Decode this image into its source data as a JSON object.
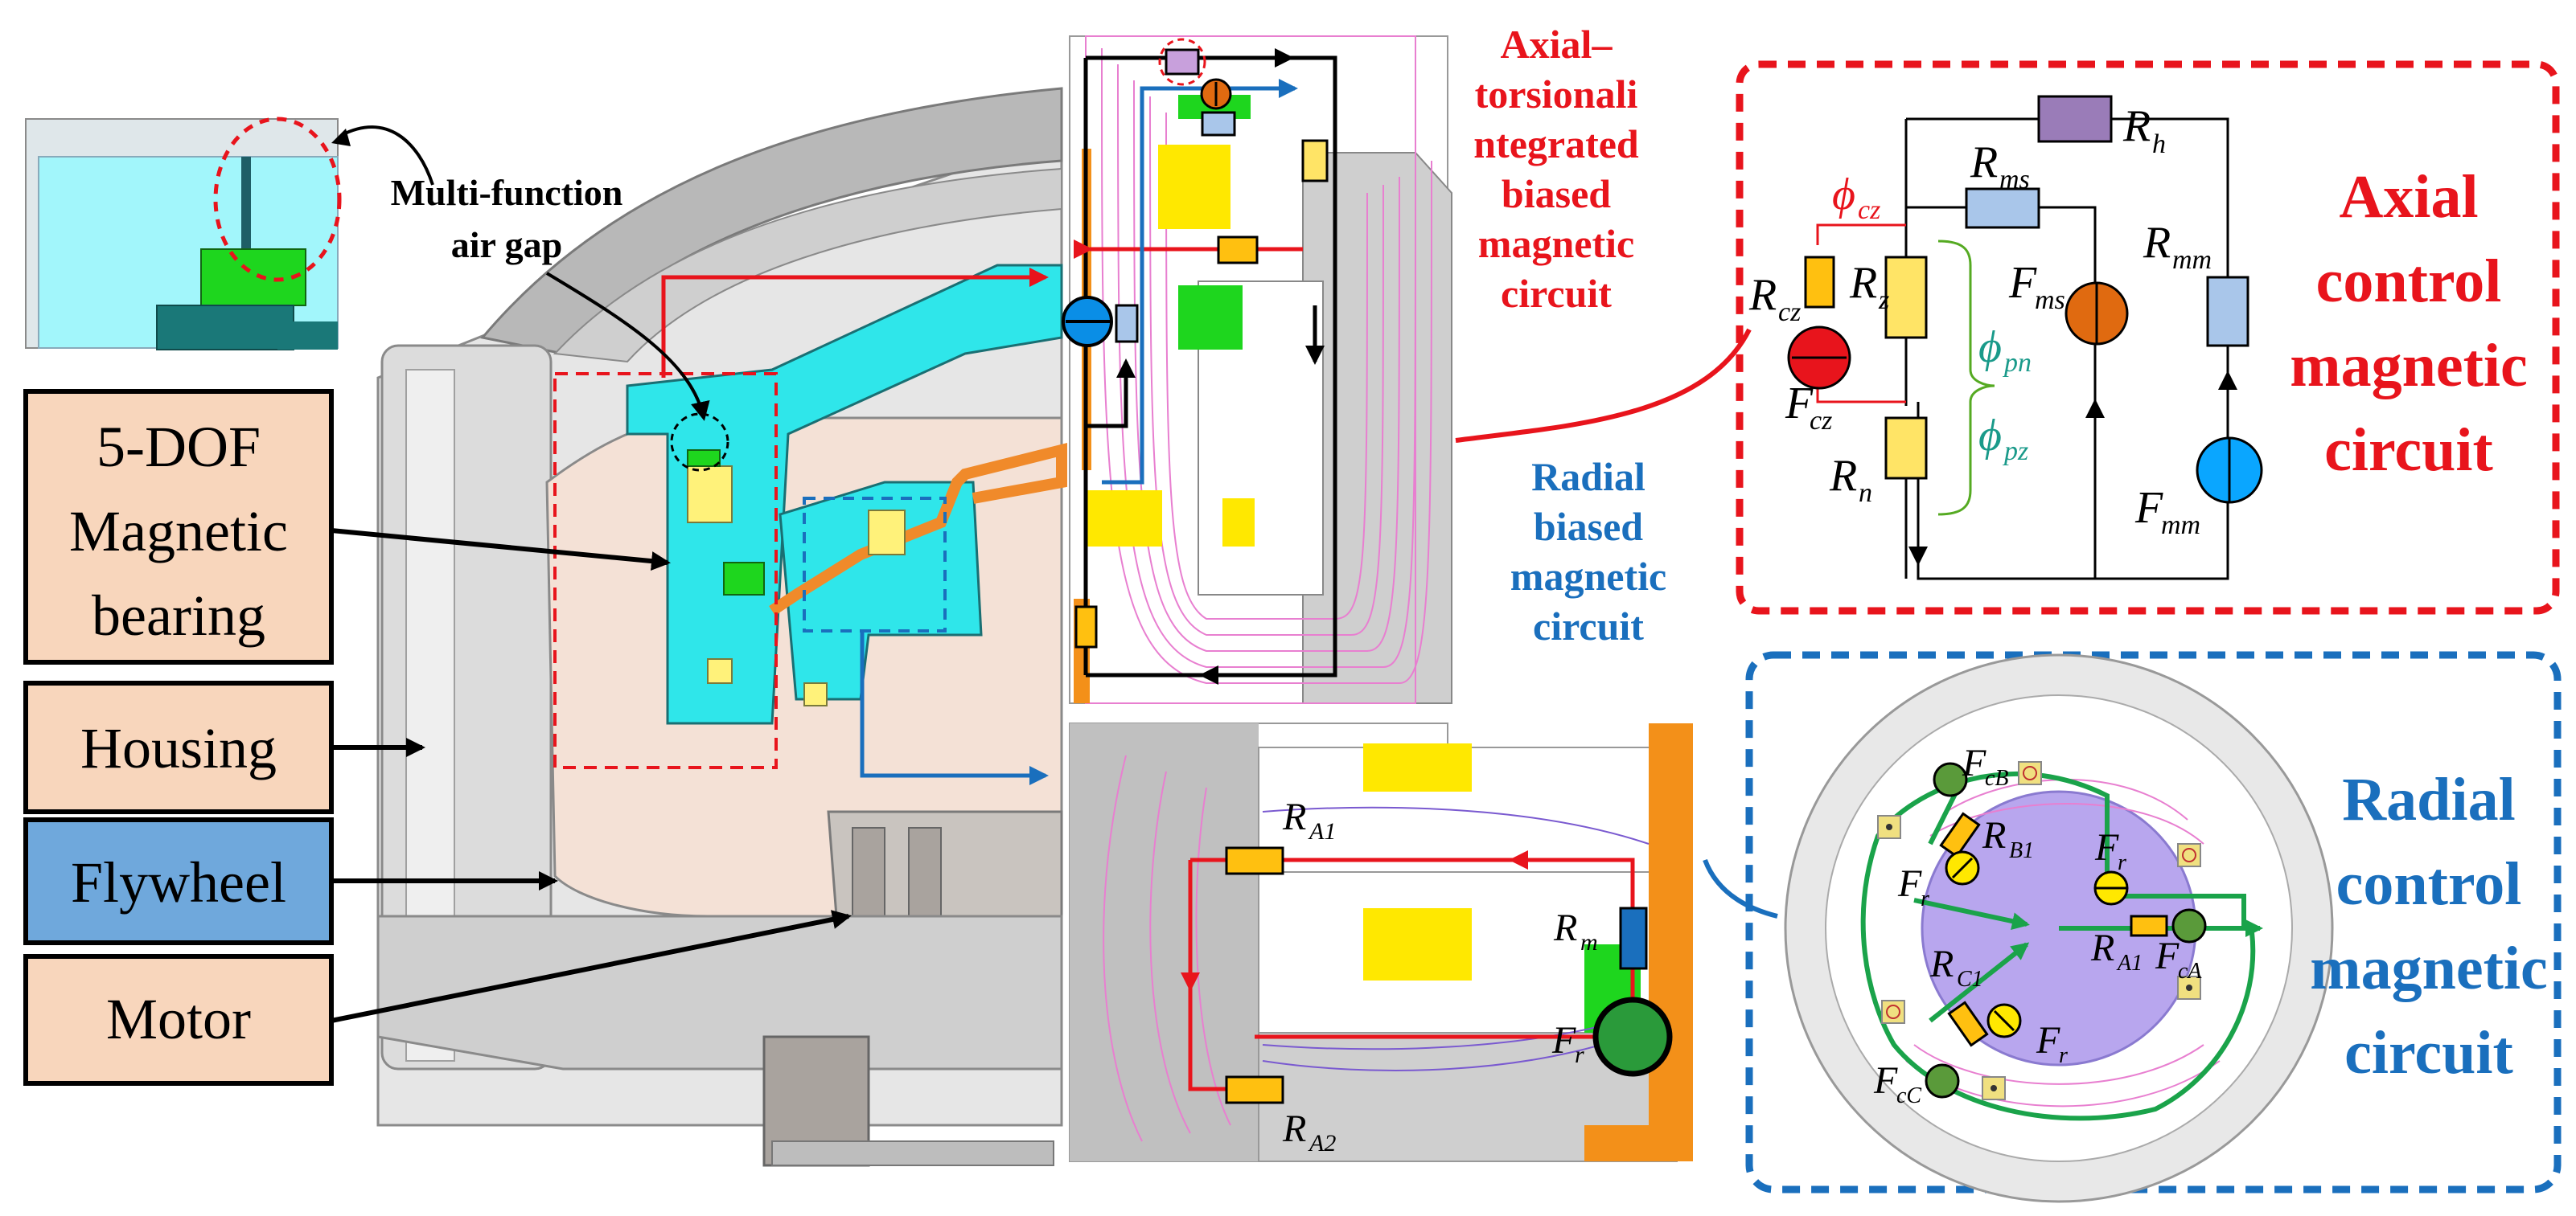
{
  "labels": {
    "multi_function": "Multi-function",
    "air_gap": "air gap",
    "bearing_1": "5-DOF",
    "bearing_2": "Magnetic",
    "bearing_3": "bearing",
    "housing": "Housing",
    "flywheel": "Flywheel",
    "motor": "Motor",
    "axial_tors_1": "Axial–",
    "axial_tors_2": "torsionali",
    "axial_tors_3": "ntegrated",
    "axial_tors_4": "biased",
    "axial_tors_5": "magnetic",
    "axial_tors_6": "circuit",
    "radial_biased_1": "Radial",
    "radial_biased_2": "biased",
    "radial_biased_3": "magnetic",
    "radial_biased_4": "circuit",
    "axial_control_1": "Axial",
    "axial_control_2": "control",
    "axial_control_3": "magnetic",
    "axial_control_4": "circuit",
    "radial_control_1": "Radial",
    "radial_control_2": "control",
    "radial_control_3": "magnetic",
    "radial_control_4": "circuit"
  },
  "symbols": {
    "R": "R",
    "F": "F",
    "phi": "ϕ",
    "sub_h": "h",
    "sub_ms": "ms",
    "sub_mm": "mm",
    "sub_cz": "cz",
    "sub_z": "z",
    "sub_n": "n",
    "sub_pn": "pn",
    "sub_pz": "pz",
    "sub_A1": "A1",
    "sub_A2": "A2",
    "sub_m": "m",
    "sub_r": "r",
    "sub_B1": "B1",
    "sub_C1": "C1",
    "sub_cA": "cA",
    "sub_cB": "cB",
    "sub_cC": "cC"
  },
  "colors": {
    "red": "#e8141c",
    "blue": "#1a6fbd",
    "teal": "#1a9a8a",
    "label_fill": "#f8d6bc",
    "flywheel_fill": "#6fa8dc",
    "cyan": "#2fe6ea",
    "yellow": "#ffe800",
    "green": "#22c55e",
    "orange": "#f39019"
  }
}
